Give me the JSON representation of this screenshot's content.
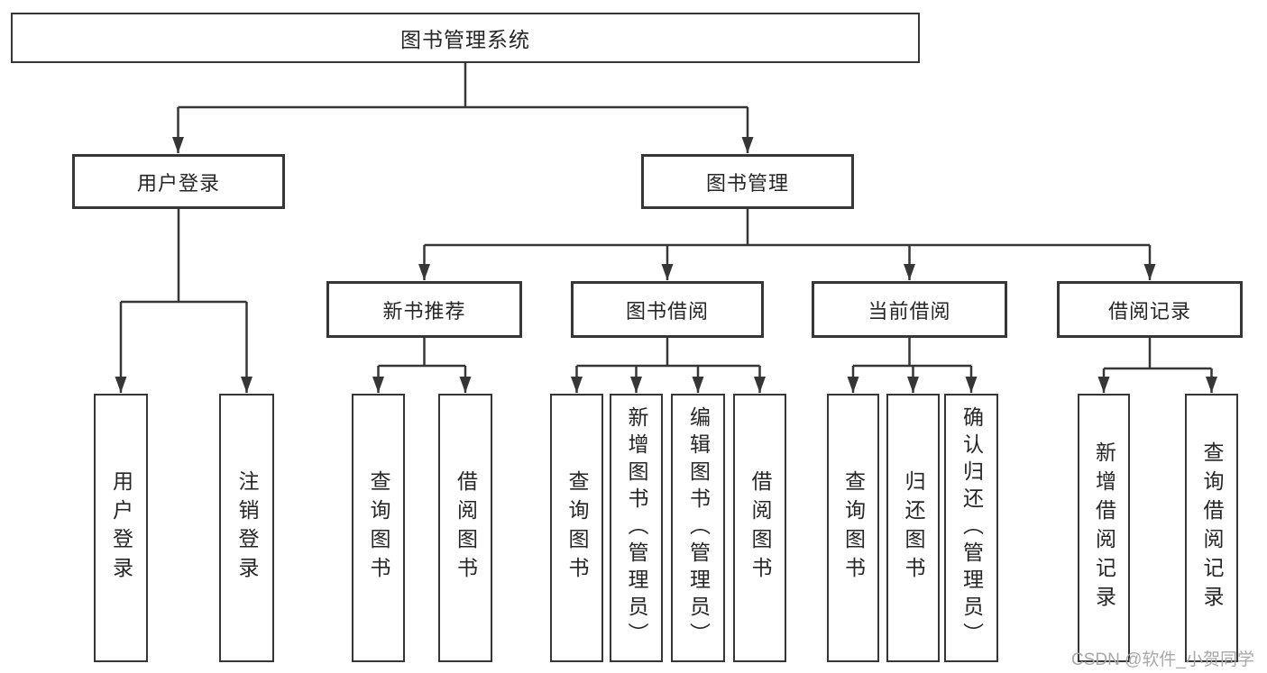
{
  "tree": {
    "label": "图书管理系统",
    "children": [
      {
        "label": "用户登录",
        "children": [
          {
            "label": "用户登录"
          },
          {
            "label": "注销登录"
          }
        ]
      },
      {
        "label": "图书管理",
        "children": [
          {
            "label": "新书推荐",
            "children": [
              {
                "label": "查询图书"
              },
              {
                "label": "借阅图书"
              }
            ]
          },
          {
            "label": "图书借阅",
            "children": [
              {
                "label": "查询图书"
              },
              {
                "label": "新增图书（管理员）"
              },
              {
                "label": "编辑图书（管理员）"
              },
              {
                "label": "借阅图书"
              }
            ]
          },
          {
            "label": "当前借阅",
            "children": [
              {
                "label": "查询图书"
              },
              {
                "label": "归还图书"
              },
              {
                "label": "确认归还（管理员）"
              }
            ]
          },
          {
            "label": "借阅记录",
            "children": [
              {
                "label": "新增借阅记录"
              },
              {
                "label": "查询借阅记录"
              }
            ]
          }
        ]
      }
    ]
  },
  "watermark": "CSDN @软件_小贺同学",
  "colors": {
    "line": "#363636",
    "text": "#262626",
    "watermark": "#a8a8a8",
    "background": "#ffffff"
  }
}
